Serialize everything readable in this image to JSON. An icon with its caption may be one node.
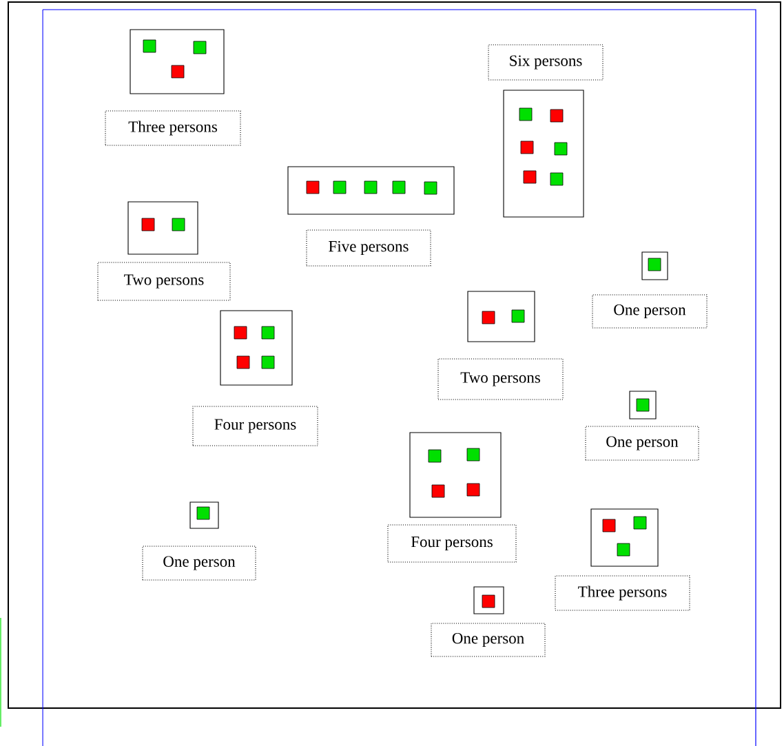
{
  "diagram": {
    "nodes": [
      {
        "text": [],
        "shape": "box"
      },
      {
        "text": [
          "Three persons"
        ]
      },
      {
        "text": [
          "Six persons"
        ]
      },
      {
        "text": [],
        "shape": "box"
      },
      {
        "text": [],
        "shape": "box"
      },
      {
        "text": [],
        "shape": "box"
      },
      {
        "text": [
          "Five persons"
        ]
      },
      {
        "text": [],
        "shape": "box"
      },
      {
        "text": [
          "Two persons"
        ]
      },
      {
        "text": [],
        "shape": "box"
      },
      {
        "text": [
          "One person"
        ]
      },
      {
        "text": [],
        "shape": "box"
      },
      {
        "text": [
          "Two persons"
        ]
      },
      {
        "text": [],
        "shape": "box"
      },
      {
        "text": [
          "Four persons"
        ]
      },
      {
        "text": [],
        "shape": "box"
      },
      {
        "text": [
          "One person"
        ]
      },
      {
        "text": [],
        "shape": "box"
      },
      {
        "text": [],
        "shape": "box"
      },
      {
        "text": [
          "Four persons"
        ]
      },
      {
        "text": [
          "One person"
        ]
      },
      {
        "text": [
          "Three persons"
        ]
      },
      {
        "text": [],
        "shape": "box"
      },
      {
        "text": [
          "One person"
        ]
      }
    ]
  }
}
